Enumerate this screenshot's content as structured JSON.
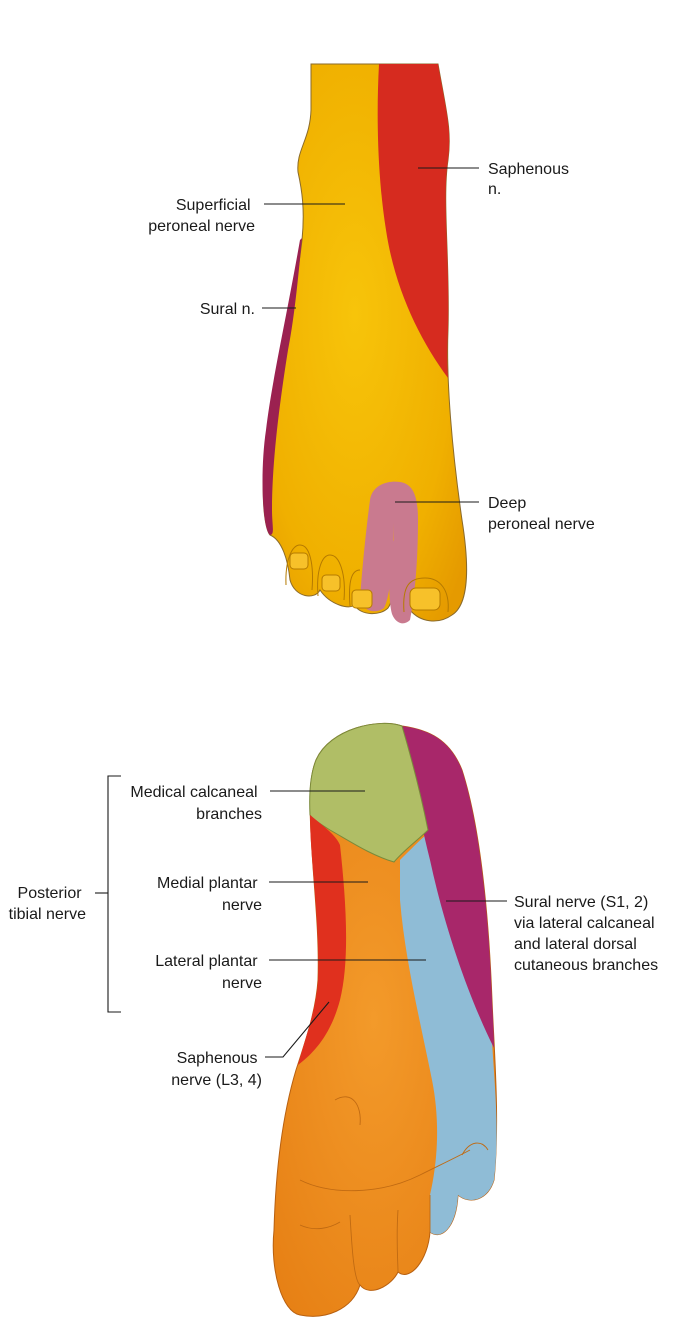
{
  "dorsal_view": {
    "labels": {
      "saphenous": [
        "Saphenous",
        "n."
      ],
      "superficial_peroneal": [
        "Superficial",
        "peroneal nerve"
      ],
      "sural": [
        "Sural n."
      ],
      "deep_peroneal": [
        "Deep",
        "peroneal nerve"
      ]
    },
    "colors": {
      "superficial_peroneal": "#f2b705",
      "saphenous": "#d62b1f",
      "sural": "#9b2150",
      "deep_peroneal": "#c97a8f"
    }
  },
  "plantar_view": {
    "labels": {
      "posterior_tibial": [
        "Posterior",
        "tibial nerve"
      ],
      "medical_calcaneal": [
        "Medical calcaneal",
        "branches"
      ],
      "medial_plantar": [
        "Medial plantar",
        "nerve"
      ],
      "lateral_plantar": [
        "Lateral plantar",
        "nerve"
      ],
      "saphenous": [
        "Saphenous",
        "nerve (L3, 4)"
      ],
      "sural": [
        "Sural nerve (S1, 2)",
        "via lateral calcaneal",
        "and lateral dorsal",
        "cutaneous branches"
      ]
    },
    "colors": {
      "calcaneal": "#b0be66",
      "sural": "#a8276a",
      "saphenous": "#e0301e",
      "medial_plantar": "#ef8c22",
      "lateral_plantar": "#8fbcd6"
    }
  }
}
